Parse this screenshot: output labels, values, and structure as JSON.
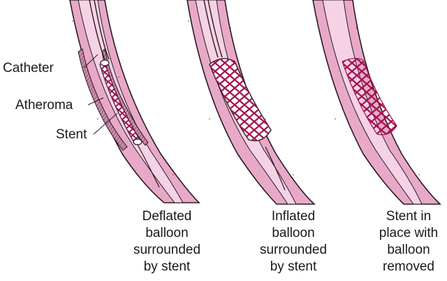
{
  "labels": {
    "catheter": "Catheter",
    "atheroma": "Atheroma",
    "stent": "Stent"
  },
  "panels": [
    {
      "caption_lines": [
        "Deflated",
        "balloon",
        "surrounded",
        "by stent"
      ]
    },
    {
      "caption_lines": [
        "Inflated",
        "balloon",
        "surrounded",
        "by stent"
      ]
    },
    {
      "caption_lines": [
        "Stent in",
        "place with",
        "balloon",
        "removed"
      ]
    }
  ],
  "colors": {
    "vessel_wall": "#e8a9c9",
    "vessel_lumen": "#f6d3e4",
    "outline": "#2a1a22",
    "stent": "#a3124f",
    "balloon": "#ffffff",
    "atheroma_shading": "#7a4a62"
  }
}
